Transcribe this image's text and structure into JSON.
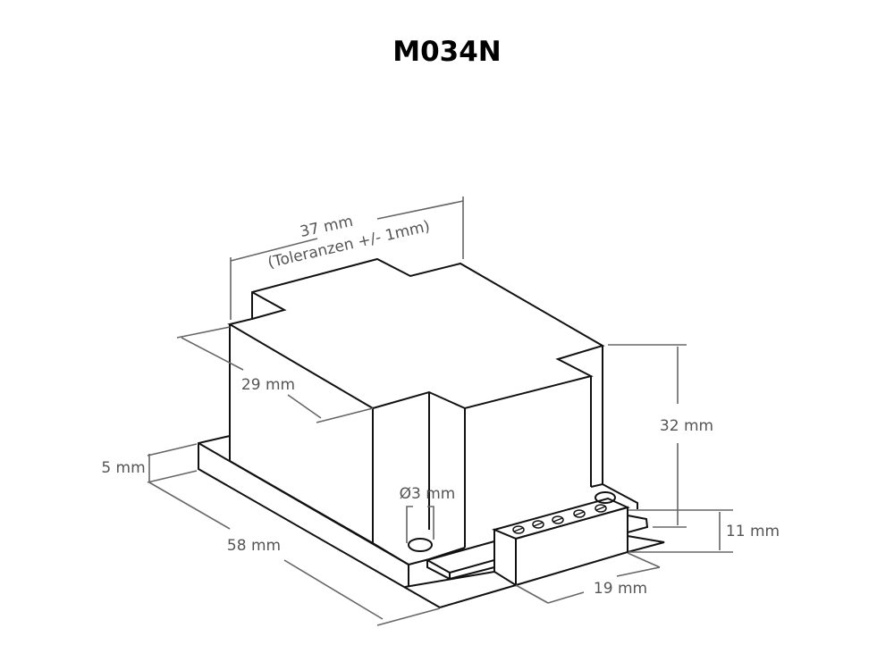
{
  "title": "M034N",
  "dimensions": {
    "width": "37 mm",
    "tolerance": "(Toleranzen +/- 1mm)",
    "depth": "29 mm",
    "height": "32 mm",
    "base_height": "5 mm",
    "length": "58 mm",
    "hole_diameter": "Ø3 mm",
    "terminal_height": "11 mm",
    "terminal_width": "19 mm"
  },
  "colors": {
    "outline": "#111111",
    "dimension": "#666666",
    "text": "#555555"
  }
}
